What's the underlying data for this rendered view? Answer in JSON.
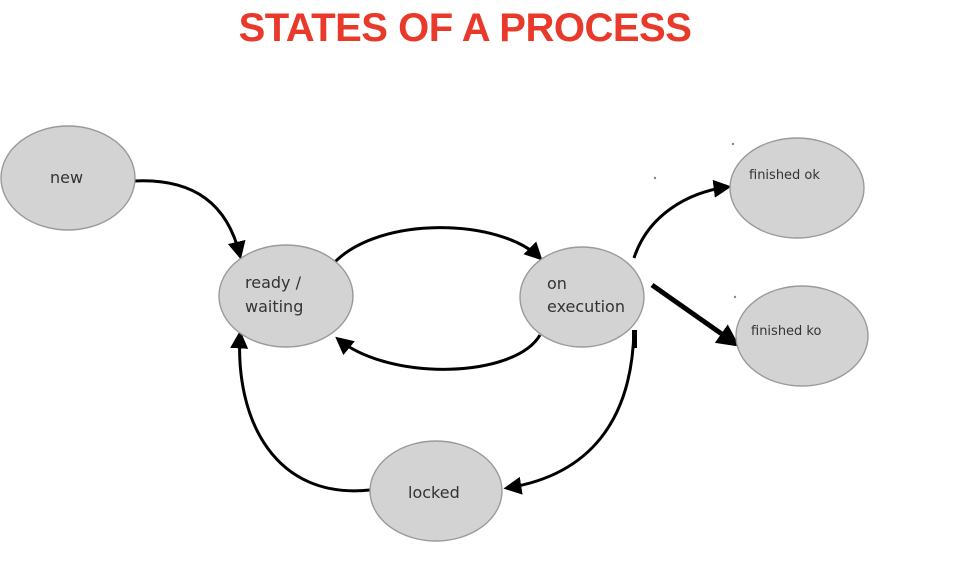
{
  "title": "STATES OF A PROCESS",
  "colors": {
    "title": "#e8392b",
    "node_fill": "#d3d3d3",
    "node_stroke": "#9a9a9a",
    "edge": "#000000"
  },
  "states": {
    "new": "new",
    "ready_line1": "ready /",
    "ready_line2": "waiting",
    "exec_line1": "on",
    "exec_line2": "execution",
    "finished_ok": "finished ok",
    "finished_ko": "finished ko",
    "locked": "locked"
  },
  "transitions": [
    {
      "from": "new",
      "to": "ready / waiting"
    },
    {
      "from": "ready / waiting",
      "to": "on execution"
    },
    {
      "from": "on execution",
      "to": "ready / waiting"
    },
    {
      "from": "on execution",
      "to": "finished ok"
    },
    {
      "from": "on execution",
      "to": "finished ko"
    },
    {
      "from": "on execution",
      "to": "locked"
    },
    {
      "from": "locked",
      "to": "ready / waiting"
    }
  ]
}
